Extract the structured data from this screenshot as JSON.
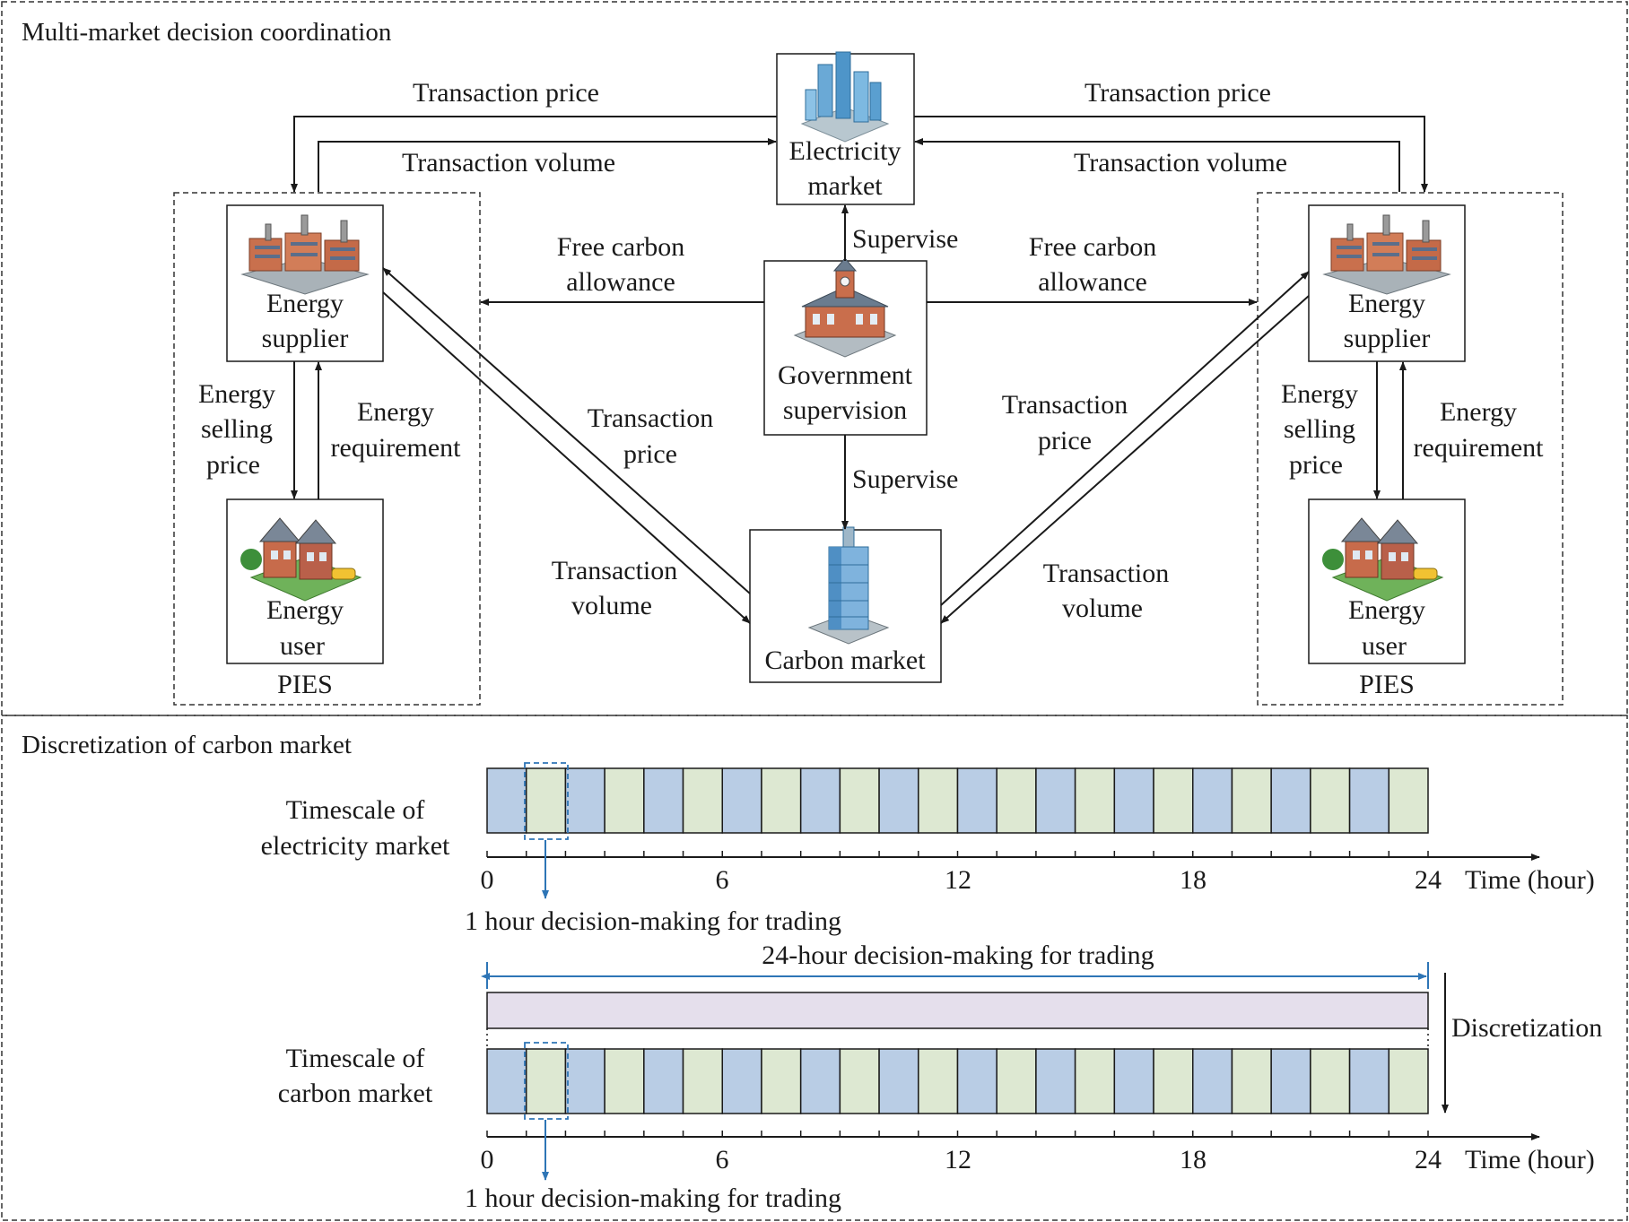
{
  "sections": {
    "top_title": "Multi-market decision coordination",
    "bottom_title": "Discretization of carbon market"
  },
  "nodes": {
    "electricity_market": [
      "Electricity",
      "market"
    ],
    "government": [
      "Government",
      "supervision"
    ],
    "carbon_market": "Carbon market",
    "left_supplier": [
      "Energy",
      "supplier"
    ],
    "left_user": [
      "Energy",
      "user"
    ],
    "right_supplier": [
      "Energy",
      "supplier"
    ],
    "right_user": [
      "Energy",
      "user"
    ],
    "left_group": "PIES",
    "right_group": "PIES"
  },
  "edges": {
    "top_left_price": "Transaction price",
    "top_left_volume": "Transaction volume",
    "top_right_price": "Transaction price",
    "top_right_volume": "Transaction volume",
    "supervise_up": "Supervise",
    "supervise_down": "Supervise",
    "free_left": [
      "Free carbon",
      "allowance"
    ],
    "free_right": [
      "Free carbon",
      "allowance"
    ],
    "diag_left_price": [
      "Transaction",
      "price"
    ],
    "diag_left_volume": [
      "Transaction",
      "volume"
    ],
    "diag_right_price": [
      "Transaction",
      "price"
    ],
    "diag_right_volume": [
      "Transaction",
      "volume"
    ],
    "left_selling": [
      "Energy",
      "selling",
      "price"
    ],
    "left_requirement": [
      "Energy",
      "requirement"
    ],
    "right_selling": [
      "Energy",
      "selling",
      "price"
    ],
    "right_requirement": [
      "Energy",
      "requirement"
    ]
  },
  "timescales": {
    "electricity_label": [
      "Timescale of",
      "electricity market"
    ],
    "carbon_label": [
      "Timescale of",
      "carbon market"
    ],
    "tick_labels": [
      "0",
      "6",
      "12",
      "18",
      "24"
    ],
    "axis_label": "Time (hour)",
    "one_hour_note": "1 hour decision-making for trading",
    "day_note": "24-hour decision-making for trading",
    "discretization": "Discretization",
    "hours": 24
  },
  "colors": {
    "cell_blue": "#b9cde5",
    "cell_green": "#dde8d2",
    "band_lavender": "#e5dfec",
    "accent_blue": "#2e75b6",
    "line": "#1a1a1a"
  }
}
